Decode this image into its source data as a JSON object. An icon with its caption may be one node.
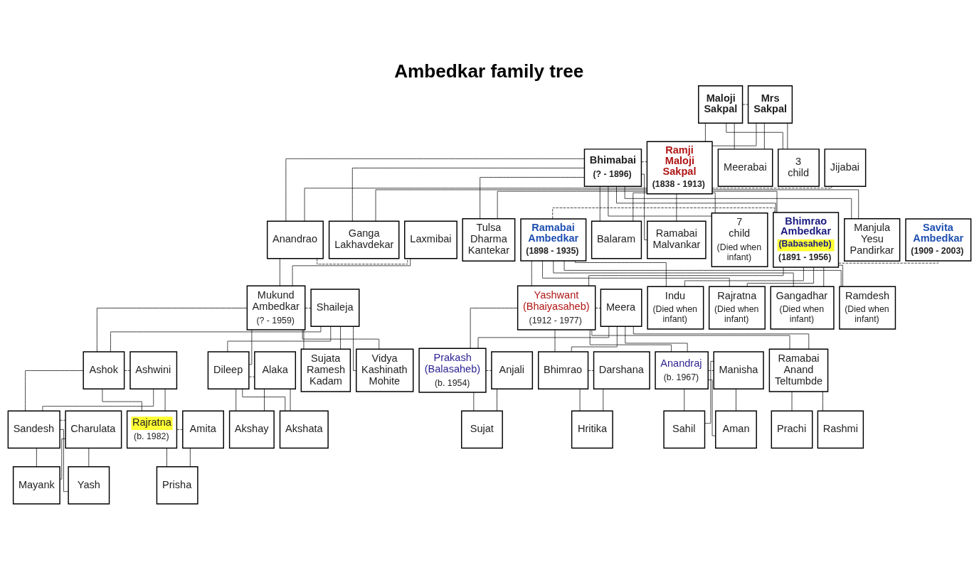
{
  "diagram": {
    "title": "Ambedkar family tree",
    "nodes": [
      {
        "text": [
          "Maloji Sakpal"
        ]
      },
      {
        "text": [
          "Mrs Sakpal"
        ]
      },
      {
        "text": [
          "3 child"
        ]
      },
      {
        "text": [
          "Meerabai"
        ]
      },
      {
        "text": [
          "Bhimabai",
          "(? - 1896)"
        ]
      },
      {
        "text": [
          "Ramji Maloji Sakpal",
          "(1838 - 1913)"
        ]
      },
      {
        "text": [
          "Jijabai"
        ]
      },
      {
        "text": [
          "7 child",
          "(Died when infant)"
        ]
      },
      {
        "text": [
          "Balaram"
        ]
      },
      {
        "text": [
          "Ganga Lakhavdekar"
        ]
      },
      {
        "text": [
          "Ramabai Malvankar"
        ]
      },
      {
        "text": [
          "Anandrao"
        ]
      },
      {
        "text": [
          "Laxmibai"
        ]
      },
      {
        "text": [
          "Manjula Yesu Pandirkar"
        ]
      },
      {
        "text": [
          "Tulsa Dharma Kantekar"
        ]
      },
      {
        "text": [
          "Ramabai Ambedkar",
          "(1898 - 1935)"
        ]
      },
      {
        "text": [
          "Bhimrao Ambedkar",
          "(Babasaheb)",
          "(1891 - 1956)"
        ]
      },
      {
        "text": [
          "Savita Ambedkar",
          "(1909 - 2003)"
        ]
      },
      {
        "text": [
          "Mukund Ambedkar",
          "(? - 1959)"
        ]
      },
      {
        "text": [
          "Shaileja"
        ]
      },
      {
        "text": [
          "Yashwant (Bhaiyasaheb)",
          "(1912 - 1977)"
        ]
      },
      {
        "text": [
          "Meera"
        ]
      },
      {
        "text": [
          "Gangadhar",
          "(Died when infant)"
        ]
      },
      {
        "text": [
          "Ramdesh",
          "(Died when infant)"
        ]
      },
      {
        "text": [
          "Indu",
          "(Died when infant)"
        ]
      },
      {
        "text": [
          "Rajratna",
          "(Died when infant)"
        ]
      },
      {
        "text": [
          "Ashok"
        ]
      },
      {
        "text": [
          "Ashwini"
        ]
      },
      {
        "text": [
          "Dileep"
        ]
      },
      {
        "text": [
          "Alaka"
        ]
      },
      {
        "text": [
          "Vidya Kashinath Mohite"
        ]
      },
      {
        "text": [
          "Sujata Ramesh Kadam"
        ]
      },
      {
        "text": [
          "Prakash (Balasaheb)",
          "(b. 1954)"
        ]
      },
      {
        "text": [
          "Anjali"
        ]
      },
      {
        "text": [
          "Ramabai Anand Teltumbde"
        ]
      },
      {
        "text": [
          "Bhimrao"
        ]
      },
      {
        "text": [
          "Darshana"
        ]
      },
      {
        "text": [
          "Anandraj",
          "(b. 1967)"
        ]
      },
      {
        "text": [
          "Manisha"
        ]
      },
      {
        "text": [
          "Sandesh"
        ]
      },
      {
        "text": [
          "Charulata"
        ]
      },
      {
        "text": [
          "Rajratna",
          "(b. 1982)"
        ]
      },
      {
        "text": [
          "Amita"
        ]
      },
      {
        "text": [
          "Akshay"
        ]
      },
      {
        "text": [
          "Akshata"
        ]
      },
      {
        "text": [
          "Sujat"
        ]
      },
      {
        "text": [
          "Prachi"
        ]
      },
      {
        "text": [
          "Rashmi"
        ]
      },
      {
        "text": [
          "Hritika"
        ]
      },
      {
        "text": [
          "Sahil"
        ]
      },
      {
        "text": [
          "Aman"
        ]
      },
      {
        "text": [
          "Yash"
        ]
      },
      {
        "text": [
          "Mayank"
        ]
      },
      {
        "text": [
          "Prisha"
        ]
      }
    ],
    "edges": [
      {
        "from": 0,
        "to": 1,
        "arrow": "none",
        "style": "dashed"
      },
      {
        "from": 0,
        "to": 2,
        "arrow": "none"
      },
      {
        "from": 1,
        "to": 2,
        "arrow": "none"
      },
      {
        "from": 0,
        "to": 3,
        "arrow": "none"
      },
      {
        "from": 1,
        "to": 3,
        "arrow": "none"
      },
      {
        "from": 0,
        "to": 5,
        "arrow": "none"
      },
      {
        "from": 1,
        "to": 5,
        "arrow": "none"
      },
      {
        "from": 4,
        "to": 5,
        "arrow": "none",
        "style": "dashed"
      },
      {
        "from": 5,
        "to": 6,
        "arrow": "none",
        "style": "dashed"
      },
      {
        "from": 4,
        "to": 7,
        "arrow": "none"
      },
      {
        "from": 5,
        "to": 7,
        "arrow": "none"
      },
      {
        "from": 4,
        "to": 8,
        "arrow": "none"
      },
      {
        "from": 5,
        "to": 8,
        "arrow": "none"
      },
      {
        "from": 4,
        "to": 9,
        "arrow": "none"
      },
      {
        "from": 5,
        "to": 9,
        "arrow": "none"
      },
      {
        "from": 4,
        "to": 10,
        "arrow": "none"
      },
      {
        "from": 5,
        "to": 10,
        "arrow": "none"
      },
      {
        "from": 4,
        "to": 11,
        "arrow": "none"
      },
      {
        "from": 5,
        "to": 11,
        "arrow": "none"
      },
      {
        "from": 4,
        "to": 13,
        "arrow": "none"
      },
      {
        "from": 5,
        "to": 13,
        "arrow": "none"
      },
      {
        "from": 4,
        "to": 14,
        "arrow": "none"
      },
      {
        "from": 5,
        "to": 14,
        "arrow": "none"
      },
      {
        "from": 4,
        "to": 16,
        "arrow": "none"
      },
      {
        "from": 5,
        "to": 16,
        "arrow": "none"
      },
      {
        "from": 11,
        "to": 12,
        "arrow": "none",
        "style": "dashed"
      },
      {
        "from": 15,
        "to": 16,
        "arrow": "none",
        "style": "dashed"
      },
      {
        "from": 16,
        "to": 17,
        "arrow": "none",
        "style": "dashed"
      },
      {
        "from": 11,
        "to": 18,
        "arrow": "none"
      },
      {
        "from": 12,
        "to": 18,
        "arrow": "none"
      },
      {
        "from": 15,
        "to": 20,
        "arrow": "none"
      },
      {
        "from": 16,
        "to": 20,
        "arrow": "none"
      },
      {
        "from": 15,
        "to": 22,
        "arrow": "none"
      },
      {
        "from": 16,
        "to": 22,
        "arrow": "none"
      },
      {
        "from": 15,
        "to": 23,
        "arrow": "none"
      },
      {
        "from": 16,
        "to": 23,
        "arrow": "none"
      },
      {
        "from": 15,
        "to": 24,
        "arrow": "none"
      },
      {
        "from": 16,
        "to": 24,
        "arrow": "none"
      },
      {
        "from": 15,
        "to": 25,
        "arrow": "none"
      },
      {
        "from": 16,
        "to": 25,
        "arrow": "none"
      },
      {
        "from": 18,
        "to": 19,
        "arrow": "none",
        "style": "dashed"
      },
      {
        "from": 20,
        "to": 21,
        "arrow": "none",
        "style": "dashed"
      },
      {
        "from": 18,
        "to": 26,
        "arrow": "none"
      },
      {
        "from": 19,
        "to": 26,
        "arrow": "none"
      },
      {
        "from": 18,
        "to": 28,
        "arrow": "none"
      },
      {
        "from": 19,
        "to": 28,
        "arrow": "none"
      },
      {
        "from": 18,
        "to": 30,
        "arrow": "none"
      },
      {
        "from": 19,
        "to": 30,
        "arrow": "none"
      },
      {
        "from": 18,
        "to": 31,
        "arrow": "none"
      },
      {
        "from": 19,
        "to": 31,
        "arrow": "none"
      },
      {
        "from": 20,
        "to": 32,
        "arrow": "none"
      },
      {
        "from": 21,
        "to": 32,
        "arrow": "none"
      },
      {
        "from": 20,
        "to": 34,
        "arrow": "none"
      },
      {
        "from": 21,
        "to": 34,
        "arrow": "none"
      },
      {
        "from": 20,
        "to": 35,
        "arrow": "none"
      },
      {
        "from": 21,
        "to": 35,
        "arrow": "none"
      },
      {
        "from": 20,
        "to": 37,
        "arrow": "none"
      },
      {
        "from": 21,
        "to": 37,
        "arrow": "none"
      },
      {
        "from": 26,
        "to": 27,
        "arrow": "none",
        "style": "dashed"
      },
      {
        "from": 28,
        "to": 29,
        "arrow": "none",
        "style": "dashed"
      },
      {
        "from": 32,
        "to": 33,
        "arrow": "none",
        "style": "dashed"
      },
      {
        "from": 35,
        "to": 36,
        "arrow": "none",
        "style": "dashed"
      },
      {
        "from": 37,
        "to": 38,
        "arrow": "none",
        "style": "dashed"
      },
      {
        "from": 26,
        "to": 39,
        "arrow": "none"
      },
      {
        "from": 27,
        "to": 39,
        "arrow": "none"
      },
      {
        "from": 26,
        "to": 41,
        "arrow": "none"
      },
      {
        "from": 27,
        "to": 41,
        "arrow": "none"
      },
      {
        "from": 28,
        "to": 43,
        "arrow": "none"
      },
      {
        "from": 29,
        "to": 43,
        "arrow": "none"
      },
      {
        "from": 28,
        "to": 44,
        "arrow": "none"
      },
      {
        "from": 29,
        "to": 44,
        "arrow": "none"
      },
      {
        "from": 32,
        "to": 45,
        "arrow": "none"
      },
      {
        "from": 33,
        "to": 45,
        "arrow": "none"
      },
      {
        "from": 34,
        "to": 46,
        "arrow": "none"
      },
      {
        "from": 34,
        "to": 47,
        "arrow": "none"
      },
      {
        "from": 35,
        "to": 48,
        "arrow": "none"
      },
      {
        "from": 36,
        "to": 48,
        "arrow": "none"
      },
      {
        "from": 37,
        "to": 49,
        "arrow": "none"
      },
      {
        "from": 38,
        "to": 49,
        "arrow": "none"
      },
      {
        "from": 37,
        "to": 50,
        "arrow": "none"
      },
      {
        "from": 38,
        "to": 50,
        "arrow": "none"
      },
      {
        "from": 39,
        "to": 40,
        "arrow": "none",
        "style": "dashed"
      },
      {
        "from": 41,
        "to": 42,
        "arrow": "none",
        "style": "dashed"
      },
      {
        "from": 39,
        "to": 51,
        "arrow": "none"
      },
      {
        "from": 40,
        "to": 51,
        "arrow": "none"
      },
      {
        "from": 39,
        "to": 52,
        "arrow": "none"
      },
      {
        "from": 40,
        "to": 52,
        "arrow": "none"
      },
      {
        "from": 41,
        "to": 53,
        "arrow": "none"
      },
      {
        "from": 42,
        "to": 53,
        "arrow": "none"
      }
    ]
  }
}
